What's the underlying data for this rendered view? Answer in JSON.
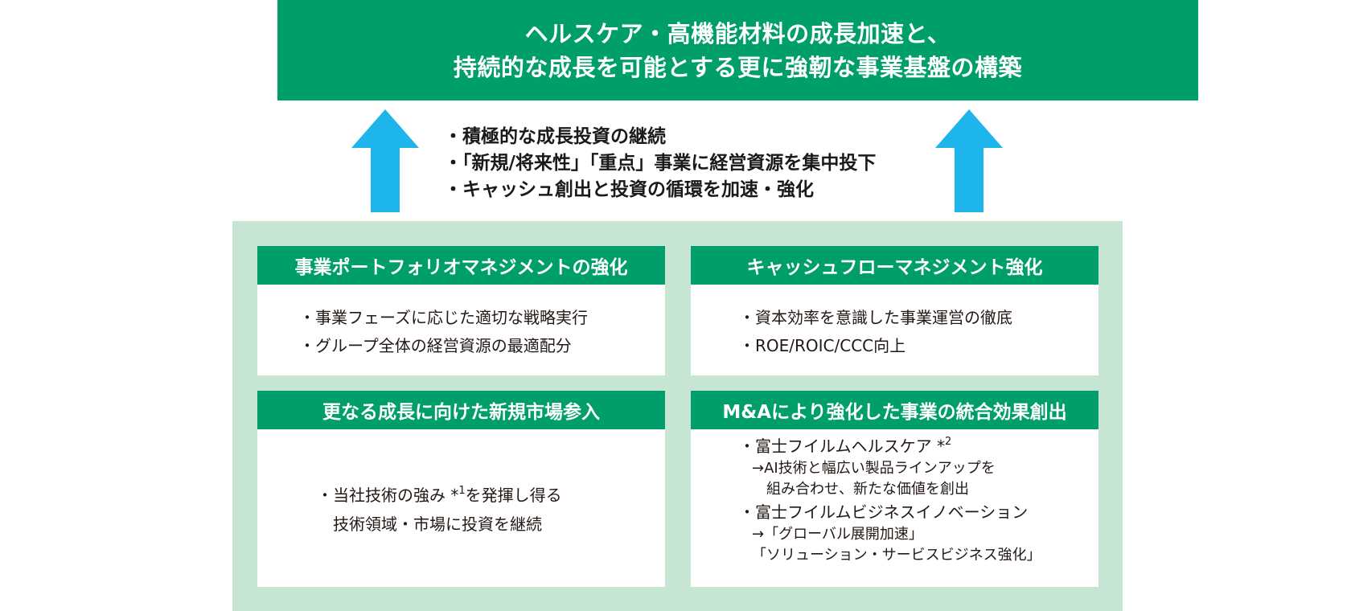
{
  "banner": {
    "line1": "ヘルスケア・高機能材料の成長加速と、",
    "line2": "持続的な成長を可能とする更に強靭な事業基盤の構築"
  },
  "policies": [
    "・積極的な成長投資の継続",
    "・「新規/将来性」「重点」事業に経営資源を集中投下",
    "・キャッシュ創出と投資の循環を加速・強化"
  ],
  "cards": {
    "portfolio": {
      "title": "事業ポートフォリオマネジメントの強化",
      "items": [
        "・事業フェーズに応じた適切な戦略実行",
        "・グループ全体の経営資源の最適配分"
      ]
    },
    "cashflow": {
      "title": "キャッシュフローマネジメント強化",
      "items": [
        "・資本効率を意識した事業運営の徹底",
        "・ROE/ROIC/CCC向上"
      ]
    },
    "new_market": {
      "title": "更なる成長に向けた新規市場参入",
      "item_line1_a": "・当社技術の強み *",
      "item_line1_sup": "1",
      "item_line1_b": "を発揮し得る",
      "item_line2": "技術領域・市場に投資を継続"
    },
    "ma": {
      "title": "M&Aにより強化した事業の統合効果創出",
      "healthcare": "・富士フイルムヘルスケア *",
      "healthcare_sup": "2",
      "healthcare_sub1": "→AI技術と幅広い製品ラインアップを",
      "healthcare_sub2": "組み合わせ、新たな価値を創出",
      "business_innovation": "・富士フイルムビジネスイノベーション",
      "bi_sub1": "→「グローバル展開加速」",
      "bi_sub2": "「ソリューション・サービスビジネス強化」"
    }
  },
  "colors": {
    "green": "#009e6b",
    "light_green": "#c6e6d3",
    "arrow_blue": "#1eb4ec"
  },
  "icons": [
    "arrow-up-icon",
    "arrow-up-icon"
  ]
}
